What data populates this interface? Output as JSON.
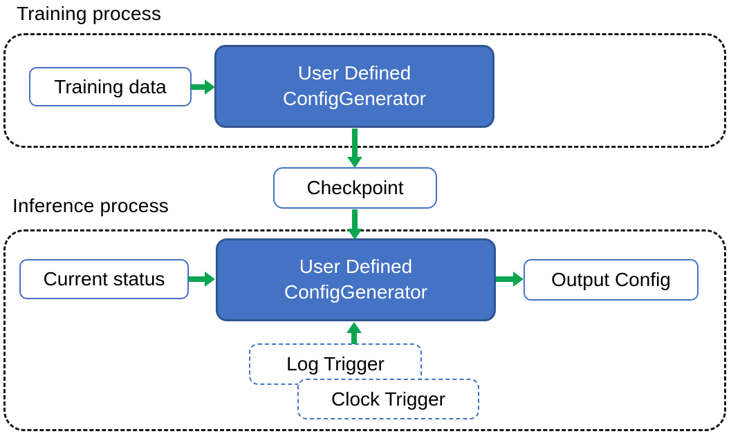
{
  "diagram": {
    "training": {
      "title": "Training process",
      "input_label": "Training data",
      "generator": {
        "line1": "User Defined",
        "line2": "ConfigGenerator"
      }
    },
    "checkpoint": {
      "label": "Checkpoint"
    },
    "inference": {
      "title": "Inference process",
      "input_label": "Current status",
      "generator": {
        "line1": "User Defined",
        "line2": "ConfigGenerator"
      },
      "output_label": "Output Config",
      "log_trigger_label": "Log Trigger",
      "clock_trigger_label": "Clock Trigger"
    },
    "colors": {
      "generator_fill": "#4472C4",
      "generator_border": "#2F5590",
      "io_border": "#4472C4",
      "trigger_dashed_border": "#4472C4",
      "container_dashed_border": "#161616",
      "arrow_green": "#0CA551",
      "generator_text": "#FFFFFF",
      "label_text": "#000000"
    }
  }
}
